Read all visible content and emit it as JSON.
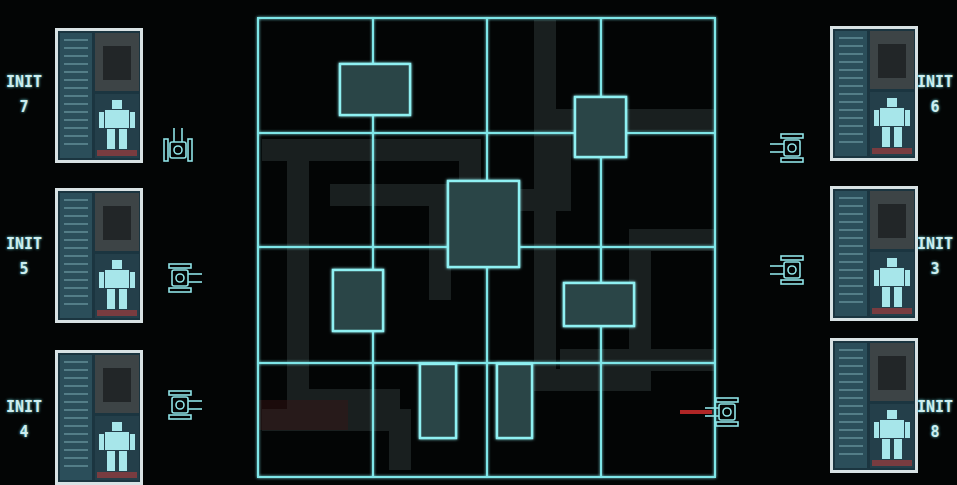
{
  "diagram": {
    "labels": [
      "INIT 7",
      "INIT 6",
      "INIT 5",
      "INIT 3",
      "INIT 4",
      "INIT 8"
    ]
  }
}
